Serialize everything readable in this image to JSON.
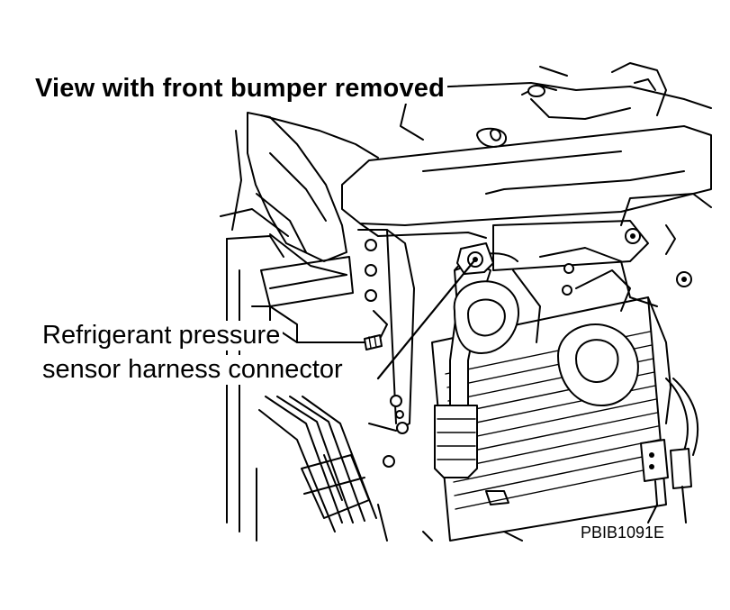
{
  "diagram": {
    "title": "View with front bumper removed",
    "callout": {
      "line1": "Refrigerant pressure",
      "line2": "sensor harness connector"
    },
    "figure_id": "PBIB1091E"
  },
  "colors": {
    "ink": "#000000",
    "paper": "#ffffff"
  }
}
